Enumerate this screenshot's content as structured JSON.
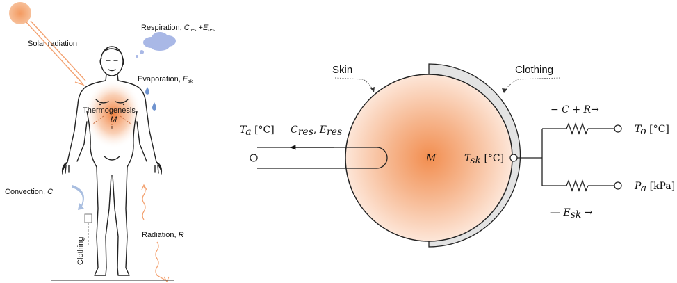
{
  "left_figure": {
    "solar_radiation": "Solar radiation",
    "respiration": "Respiration,",
    "respiration_c": "C",
    "respiration_c_sub": "res",
    "respiration_plus": " +",
    "respiration_e": "E",
    "respiration_e_sub": "res",
    "evaporation": "Evaporation,",
    "evaporation_e": "E",
    "evaporation_e_sub": "sk",
    "thermogenesis": "Thermogenesis,",
    "thermogenesis_m": "M",
    "convection": "Convection,",
    "convection_c": "C",
    "clothing": "Clothing",
    "radiation": "Radiation,",
    "radiation_r": "R"
  },
  "right_figure": {
    "skin": "Skin",
    "clothing": "Clothing",
    "ta_sym": "T",
    "ta_sub": "a",
    "ta_unit": " [°C]",
    "cres_sym": "C",
    "cres_sub": "res",
    "eres_sep": ", ",
    "eres_sym": "E",
    "eres_sub": "res",
    "m_label": "M",
    "tsk_sym": "T",
    "tsk_sub": "sk",
    "tsk_unit": " [°C]",
    "cr_label": "− C + R→",
    "to_sym": "T",
    "to_sub": "o",
    "to_unit": " [°C]",
    "pa_sym": "P",
    "pa_sub": "a",
    "pa_unit": " [kPa]",
    "esk_dash": "— ",
    "esk_sym": "E",
    "esk_sub": "sk",
    "esk_arrow": "  →"
  },
  "colors": {
    "sun": "#f4a06a",
    "heat_core": "#f08a4b",
    "cloud": "#a9b8e6",
    "droplet": "#6f93cf",
    "arrow_orange": "#f3a06e",
    "clothing_fill": "#e3e3e3"
  }
}
